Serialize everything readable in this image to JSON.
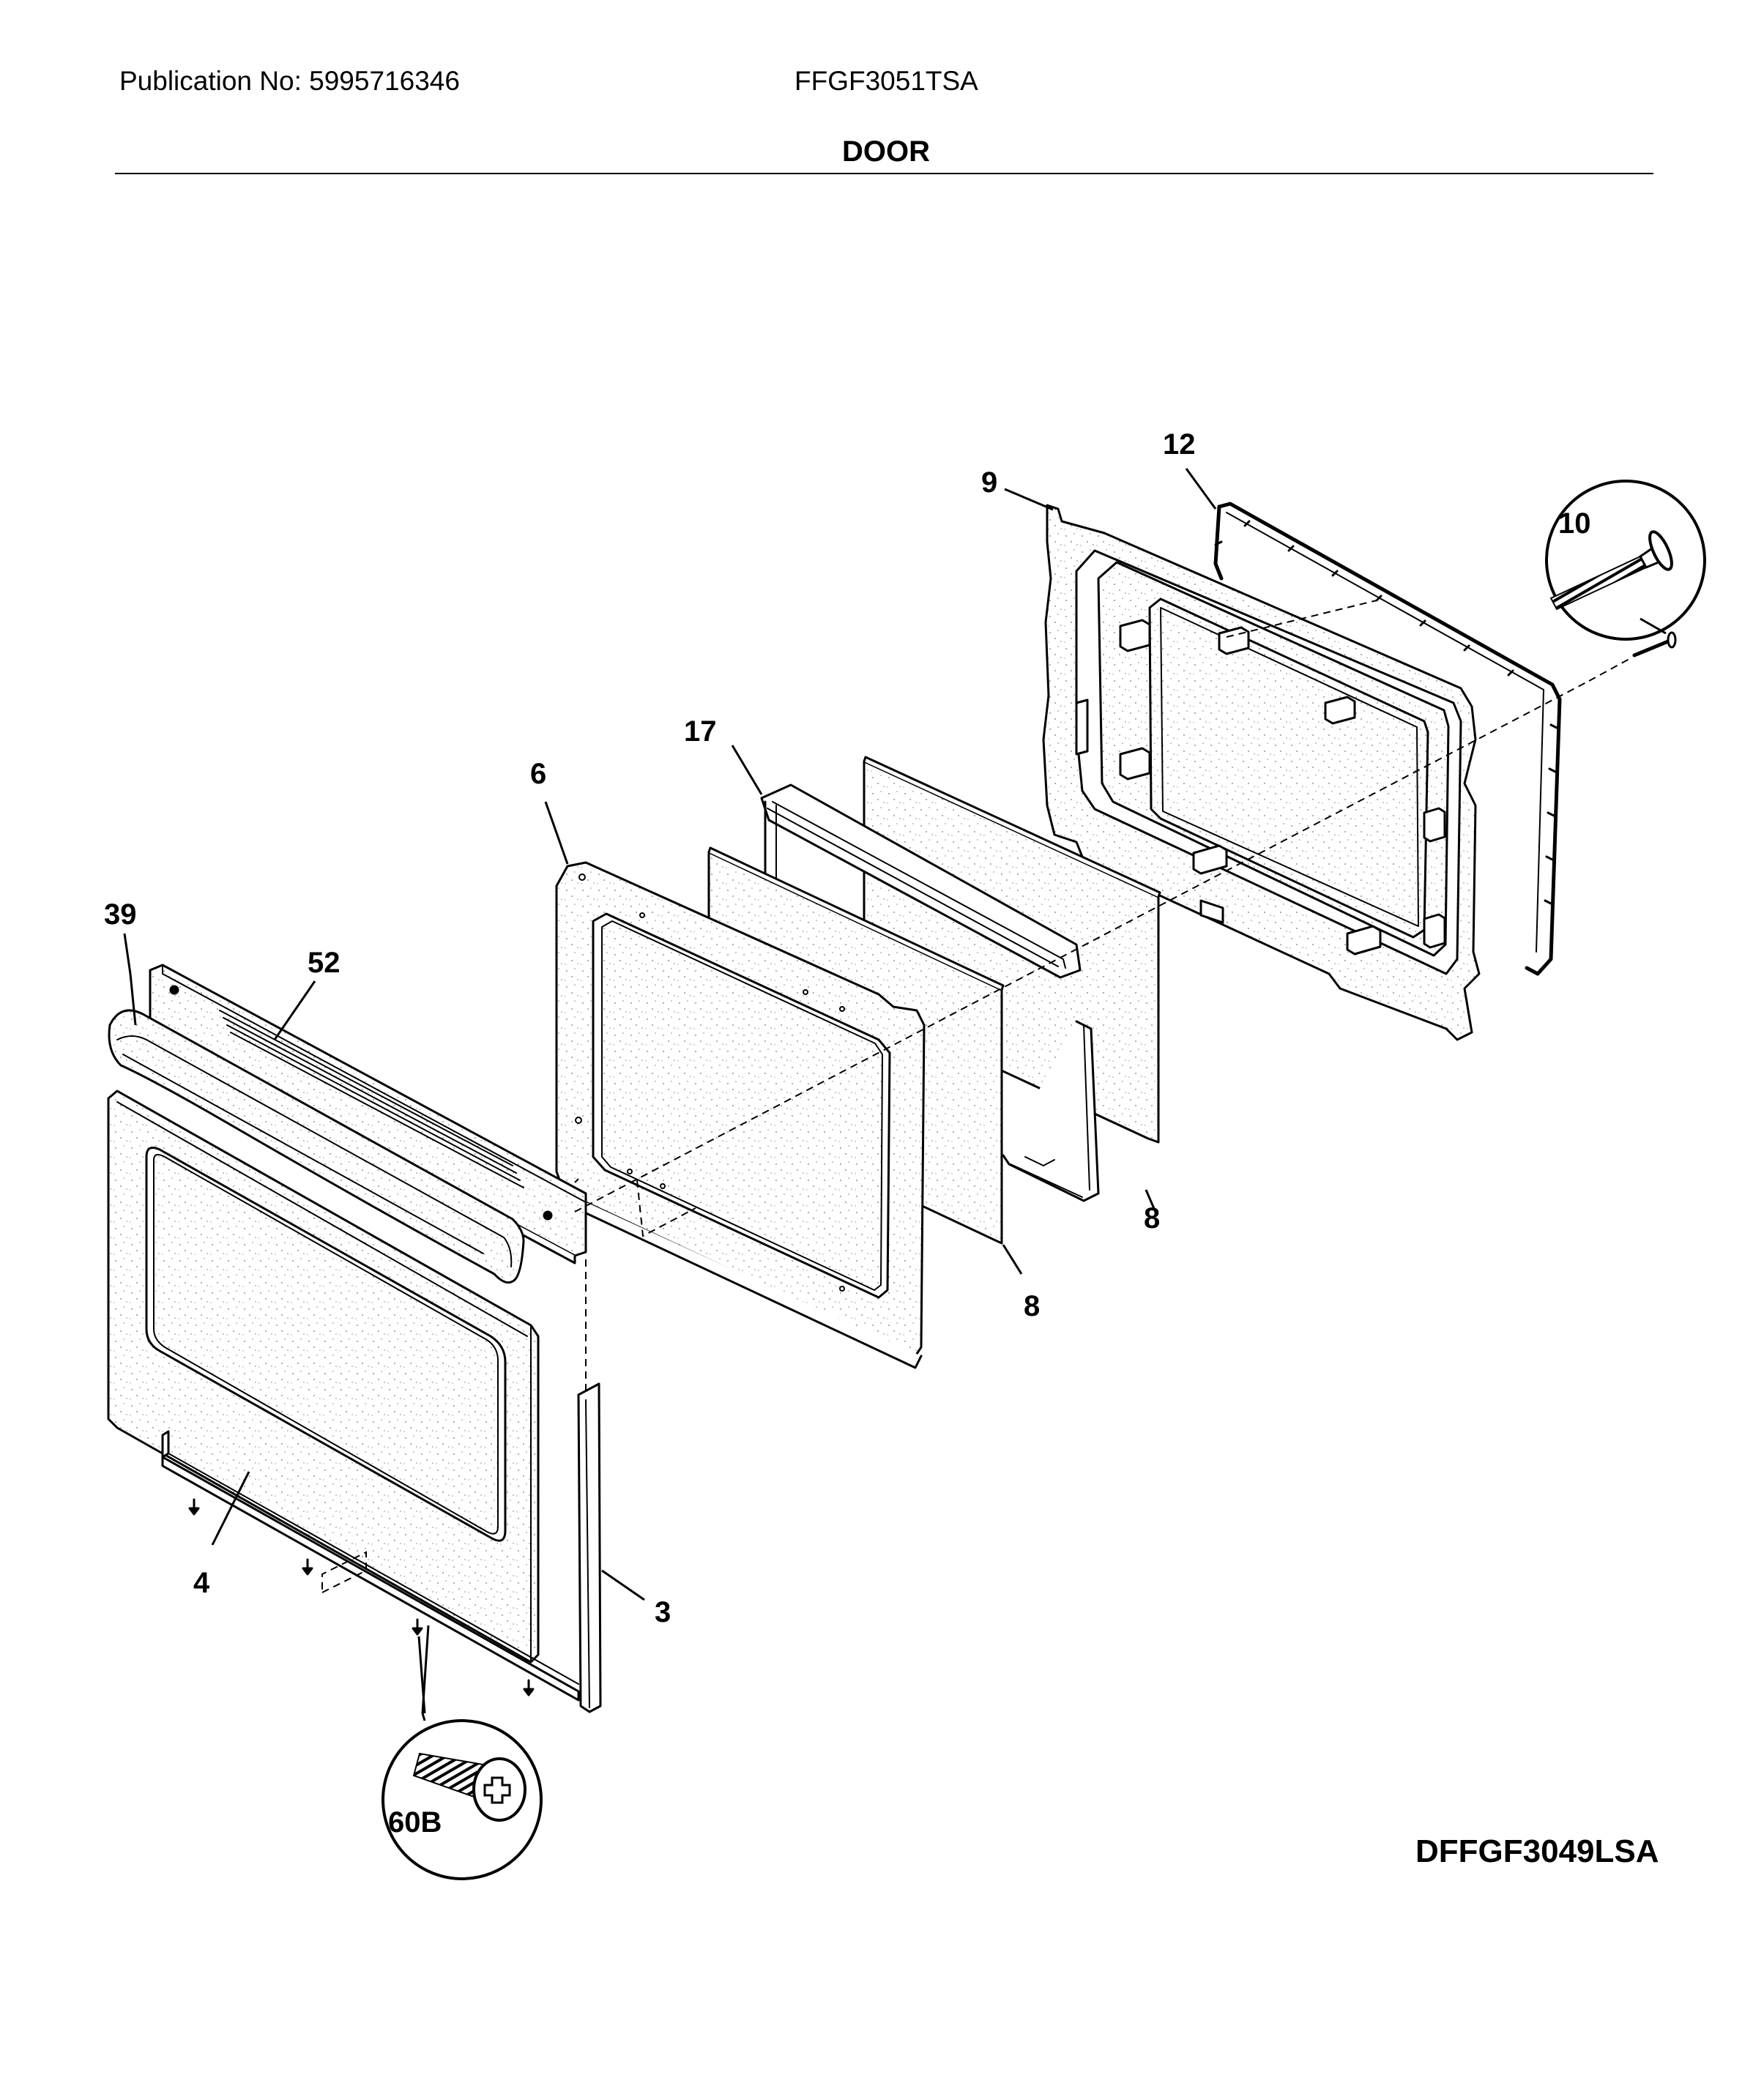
{
  "header": {
    "publication": "Publication No: 5995716346",
    "model": "FFGF3051TSA",
    "section_title": "DOOR"
  },
  "callouts": {
    "c3": "3",
    "c4": "4",
    "c6": "6",
    "c8a": "8",
    "c8b": "8",
    "c9": "9",
    "c10": "10",
    "c12": "12",
    "c17": "17",
    "c39": "39",
    "c52": "52",
    "c60b": "60B"
  },
  "footer": {
    "drawing_id": "DFFGF3049LSA"
  }
}
